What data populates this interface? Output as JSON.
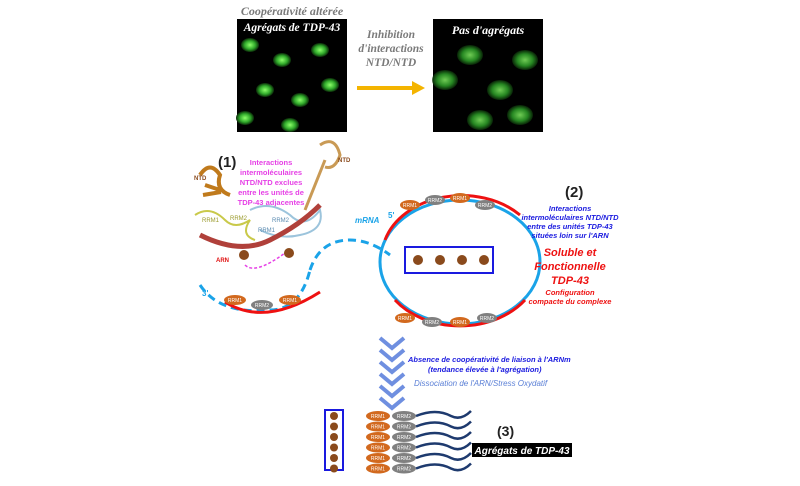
{
  "top": {
    "left_caption": "Coopérativité altérée",
    "left_panel_label": "Agrégats de TDP-43",
    "arrow_label_lines": [
      "Inhibition",
      "d'interactions",
      "NTD/NTD"
    ],
    "right_panel_label": "Pas d'agrégats"
  },
  "state1": {
    "number": "(1)",
    "note_lines": [
      "Interactions",
      "intermoléculaires",
      "NTD/NTD exclues",
      "entre les unités de",
      "TDP-43 adjacentes"
    ],
    "labels": {
      "ntd": "NTD",
      "rrm1": "RRM1",
      "rrm2": "RRM2",
      "arn": "ARN",
      "three_prime": "3'"
    }
  },
  "state2": {
    "number": "(2)",
    "mrna": "mRNA",
    "five_prime": "5'",
    "note_lines": [
      "Interactions",
      "intermoléculaires NTD/NTD",
      "entre des unités TDP-43",
      "situées loin sur l'ARN"
    ],
    "title_lines": [
      "Soluble et",
      "Fonctionnelle",
      "TDP-43"
    ],
    "config_lines": [
      "Configuration",
      "compacte du complexe"
    ]
  },
  "transition": {
    "line1": "Absence de coopérativité de liaison à l'ARNm",
    "line2": "(tendance élevée à l'agrégation)",
    "line3": "Dissociation de l'ARN/Stress Oxydatif"
  },
  "state3": {
    "number": "(3)",
    "label": "Agrégats de TDP-43",
    "rrm1": "RRM1",
    "rrm2": "RRM2"
  },
  "colors": {
    "green": "#3fd13a",
    "arrow": "#f4b400",
    "magenta": "#e640e6",
    "blue": "#1a1adf",
    "red": "#ee1111",
    "cyan": "#1aa3e8",
    "brown": "#8a4a1c",
    "orange": "#d2691e",
    "gray": "#808080"
  }
}
